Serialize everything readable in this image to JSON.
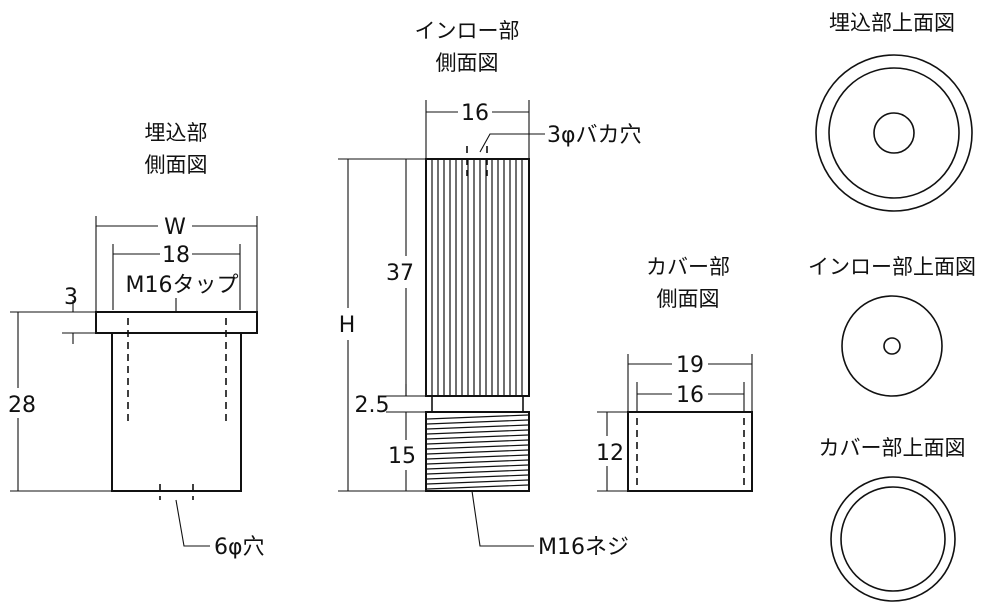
{
  "titles": {
    "embed_side": [
      "埋込部",
      "側面図"
    ],
    "inlo_side": [
      "インロー部",
      "側面図"
    ],
    "cover_side": [
      "カバー部",
      "側面図"
    ],
    "embed_top": "埋込部上面図",
    "inlo_top": "インロー部上面図",
    "cover_top": "カバー部上面図"
  },
  "dims": {
    "embed": {
      "width": "W",
      "inner": "18",
      "tap": "M16タップ",
      "flange": "3",
      "height": "28",
      "hole": "6φ穴"
    },
    "inlo": {
      "width": "16",
      "hole": "3φバカ穴",
      "body": "37",
      "total": "H",
      "gap": "2.5",
      "thread_len": "15",
      "thread": "M16ネジ"
    },
    "cover": {
      "outer": "19",
      "inner": "16",
      "height": "12"
    }
  }
}
